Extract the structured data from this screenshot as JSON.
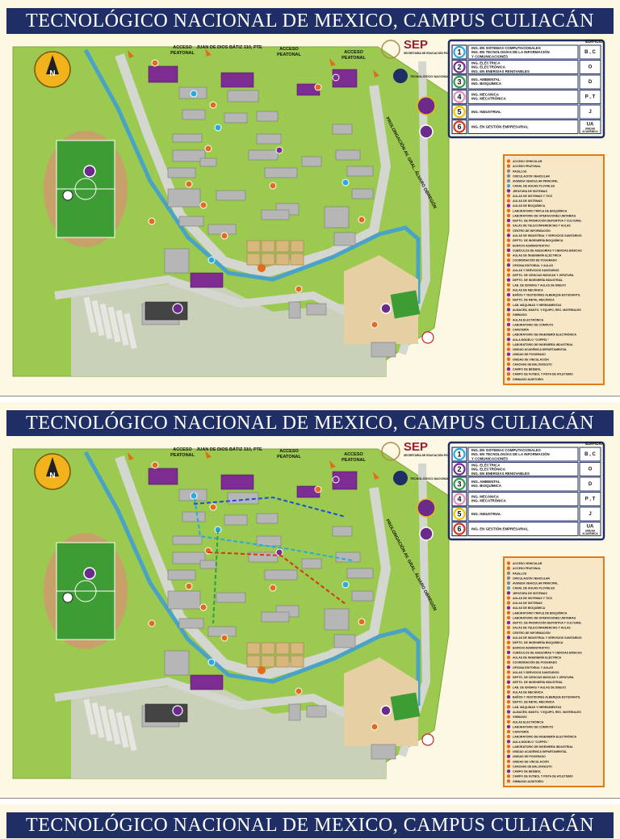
{
  "title": "TECNOLÓGICO NACIONAL DE MEXICO, CAMPUS CULIACÁN",
  "map": {
    "compass_letter": "N",
    "street_top": "JUAN DE DIOS BÁTIZ 310, PTE",
    "street_side": "PROLONGACIÓN AV. GRAL. ÁLVARO OBREGÓN",
    "access_labels": [
      "ACCESO PEATONAL",
      "ACCESO PEATONAL",
      "ACCESO PEATONAL"
    ],
    "sep_logo": "SEP",
    "sep_sub": "SECRETARÍA DE EDUCACIÓN PÚBLICA",
    "tecnm_text": "TECNOLÓGICO NACIONAL DE MÉXICO"
  },
  "careers": {
    "header": "EDIFICIO",
    "items": [
      {
        "num": "1",
        "text": "ING. EN SISTEMAS COMPUTACIONALES / ING. EN TECNOLOGÍAS DE LA INFORMACIÓN Y COMUNICACIONES",
        "lines": [
          "ING. EN SISTEMAS COMPUTACIONALES",
          "ING. EN TECNOLOGÍAS DE LA INFORMACIÓN",
          "Y COMUNICACIONES"
        ],
        "building": "B , C",
        "color": "#29a9e0"
      },
      {
        "num": "2",
        "text": "ING. ELÉCTRICA / ING. ELECTRÓNICA / ING. EN ENERGÍAS RENOVABLES",
        "lines": [
          "ING. ELÉCTRICA",
          "ING. ELECTRÓNICA",
          "ING. EN ENERGÍAS RENOVABLES"
        ],
        "building": "O",
        "color": "#7b2a8e"
      },
      {
        "num": "3",
        "text": "ING. AMBIENTAL / ING. BIOQUÍMICA",
        "lines": [
          "ING. AMBIENTAL",
          "ING. BIOQUÍMICA"
        ],
        "building": "D",
        "color": "#2e9e45"
      },
      {
        "num": "4",
        "text": "ING. MECÁNICA / ING. MECATRÓNICA",
        "lines": [
          "ING. MECÁNICA",
          "ING. MECATRÓNICA"
        ],
        "building": "P , T",
        "color": "#e58fb8"
      },
      {
        "num": "5",
        "text": "ING. INDUSTRIAL",
        "lines": [
          "ING. INDUSTRIAL"
        ],
        "building": "J",
        "color": "#f2c300"
      },
      {
        "num": "6",
        "text": "ING. EN GESTIÓN EMPRESARIAL",
        "lines": [
          "ING. EN GESTIÓN EMPRESARIAL"
        ],
        "building": "UA",
        "building_sub": "UNIDAD ACADÉMICA",
        "color": "#d8341c"
      }
    ]
  },
  "legend": [
    "ACCESO VEHICULAR",
    "ACCESO PEATONAL",
    "PASILLOS",
    "CIRCULACIÓN VEHICULAR",
    "AVENIDA VEHICULAR PRINCIPAL",
    "CANAL DE AGUAS PLUVIALES",
    "JEFATURA DE SISTEMAS",
    "AULAS DE SISTEMAS Y TICS",
    "AULAS DE SISTEMAS",
    "AULAS DE BIOQUÍMICA",
    "LABORATORIO TRIPLE DE BIOQUÍMICA",
    "LABORATORIO DE OPERACIONES UNITARIAS",
    "DEPTO. DE PROMOCIÓN DEPORTIVA Y CULTURAL",
    "SALAS DE TELECONFERENCIAS Y AULAS",
    "CENTRO DE INFORMACIÓN",
    "AULAS DE INDUSTRIAL Y SERVICIOS SANITARIOS",
    "DEPTO. DE INGENIERÍA BIOQUÍMICA",
    "EDIFICIO ADMINISTRATIVO",
    "CUBÍCULOS DE ASESORÍAS Y CIENCIAS BÁSICAS",
    "AULAS DE INGENIERÍA ELÉCTRICA",
    "COORDINACIÓN DE POSGRADO",
    "OFICINA EDITORIAL Y AULAS",
    "AULAS Y SERVICIOS SANITARIOS",
    "DEPTO. DE CIENCIAS BÁSICAS Y JEFATURA",
    "DEPTO. DE INGENIERÍA INDUSTRIAL",
    "LAB. DE IDIOMAS Y AULAS DE DIBUJO",
    "AULAS DE MECÁNICA",
    "BAÑOS Y VESTIDORES ALBERQUE ESTUDIANTIL",
    "DEPTO. DE METAL-MECÁNICA",
    "LAB. MÁQUINAS Y HERRAMIENTAS",
    "ALMACÉN, MANTO. Y EQUIPO, REC. MATERIALES",
    "GIMNASIO",
    "AULAS ELECTRÓNICA",
    "LABORATORIO DE CÓMPUTO",
    "CAFETERÍA",
    "LABORATORIO DE INGENIERÍA ELECTRÓNICA",
    "AULA MODELO \"COPPEL\"",
    "LABORATORIO DE INGENIERÍA INDUSTRIAL",
    "UNIDAD ACADÉMICA DEPARTAMENTAL",
    "UNIDAD DE POSGRADO",
    "UNIDAD DE VINCULACIÓN",
    "CANCHAS DE BALONCESTO",
    "CAMPO DE BÉISBOL",
    "CAMPO DE FUTBOL Y PISTA DE ATLETISMO",
    "GIMNASIO AUDITORIO"
  ],
  "colors": {
    "banner": "#1f2f66",
    "grass": "#9cc94f",
    "canal": "#4aa3c7",
    "road": "#d4d6d0",
    "building": "#b6b6b6",
    "highlight": "#7d2c91",
    "panel_border": "#1f2f66",
    "legend_bg": "#f7e7c6",
    "legend_border": "#e07b1a"
  }
}
